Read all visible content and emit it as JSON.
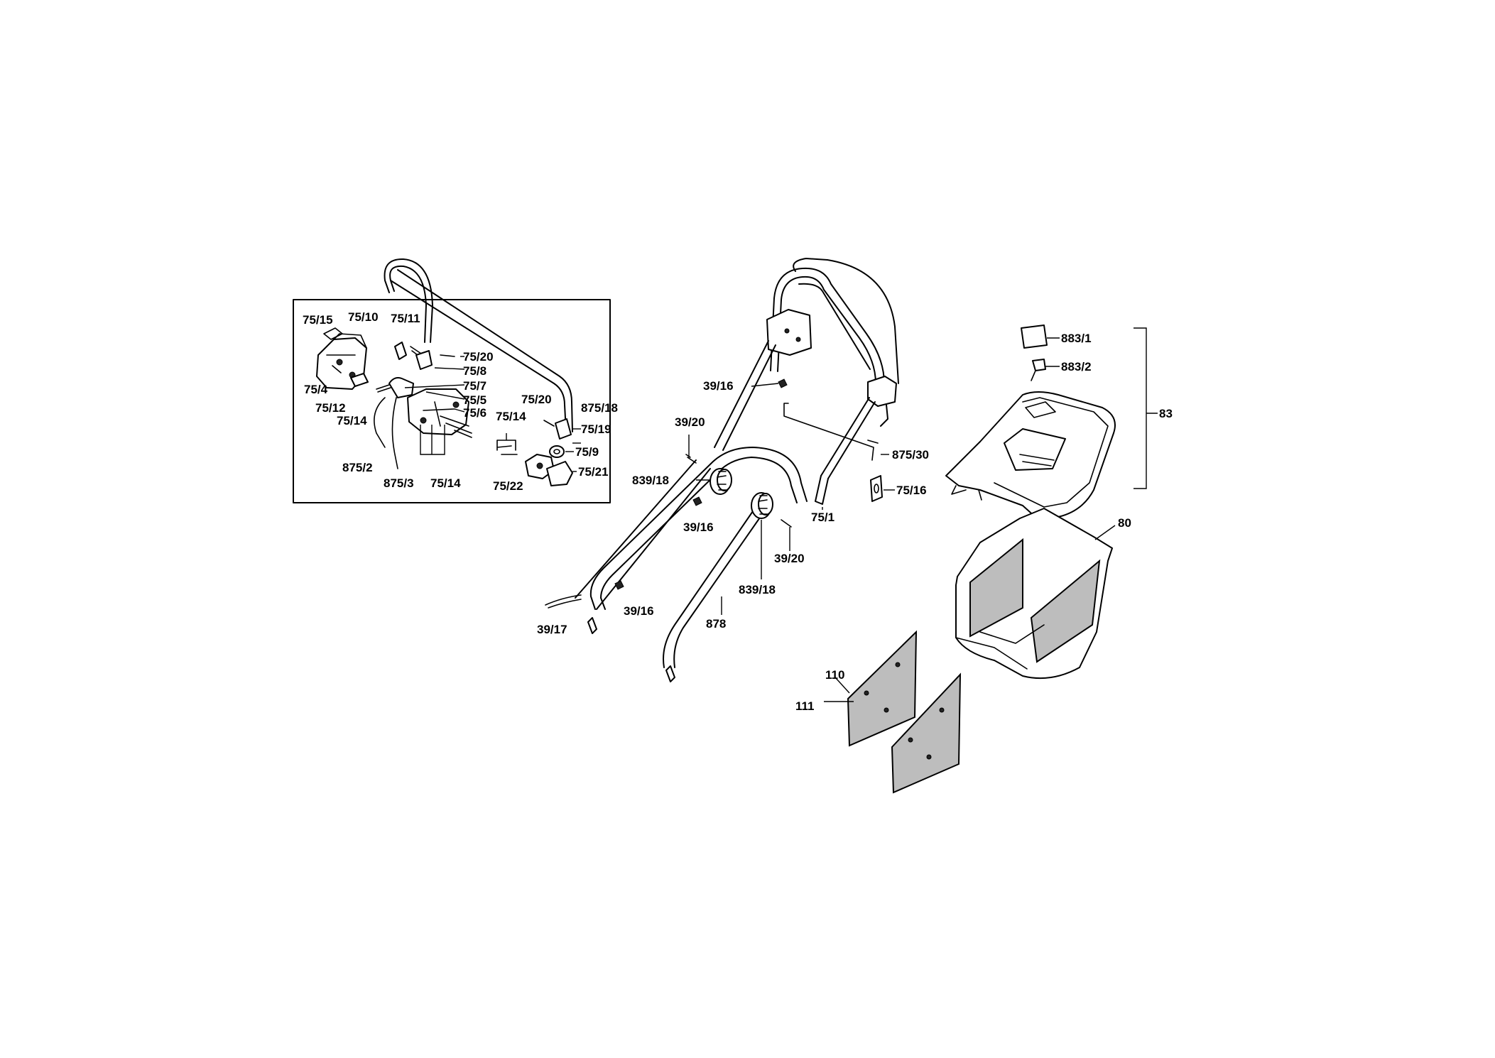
{
  "labels": {
    "l_75_15": "75/15",
    "l_75_10": "75/10",
    "l_75_11": "75/11",
    "l_75_20a": "75/20",
    "l_75_8": "75/8",
    "l_75_7": "75/7",
    "l_75_5": "75/5",
    "l_75_6": "75/6",
    "l_75_4": "75/4",
    "l_75_12": "75/12",
    "l_75_14a": "75/14",
    "l_875_2": "875/2",
    "l_875_3": "875/3",
    "l_75_14b": "75/14",
    "l_75_14c": "75/14",
    "l_75_20b": "75/20",
    "l_875_18": "875/18",
    "l_75_19": "75/19",
    "l_75_9": "75/9",
    "l_75_21": "75/21",
    "l_75_22": "75/22",
    "l_39_16a": "39/16",
    "l_39_20a": "39/20",
    "l_839_18a": "839/18",
    "l_39_16b": "39/16",
    "l_39_20b": "39/20",
    "l_839_18b": "839/18",
    "l_39_16c": "39/16",
    "l_878": "878",
    "l_39_17": "39/17",
    "l_875_30": "875/30",
    "l_75_16": "75/16",
    "l_75_1": "75/1",
    "l_883_1": "883/1",
    "l_883_2": "883/2",
    "l_83": "83",
    "l_80": "80",
    "l_110": "110",
    "l_111": "111"
  },
  "colors": {
    "ink": "#000000",
    "background": "#ffffff",
    "mesh": "#bdbdbd"
  }
}
